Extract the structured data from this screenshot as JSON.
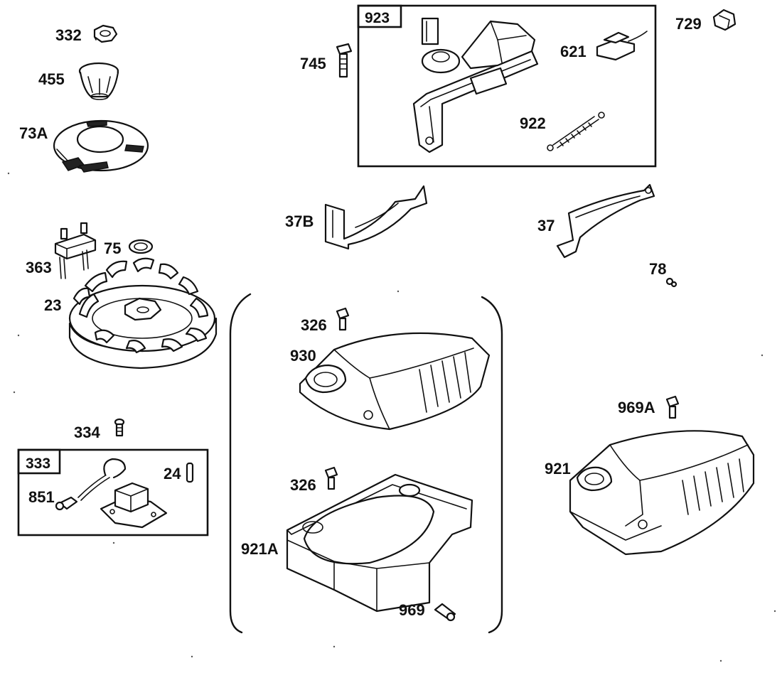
{
  "callouts": {
    "p332": "332",
    "p455": "455",
    "p73A": "73A",
    "p363": "363",
    "p75": "75",
    "p23": "23",
    "p334": "334",
    "p333": "333",
    "p24": "24",
    "p851": "851",
    "p745": "745",
    "p923": "923",
    "p621": "621",
    "p922": "922",
    "p729": "729",
    "p37B": "37B",
    "p37": "37",
    "p78": "78",
    "p326a": "326",
    "p930": "930",
    "p326b": "326",
    "p921A": "921A",
    "p969": "969",
    "p969A": "969A",
    "p921": "921"
  }
}
